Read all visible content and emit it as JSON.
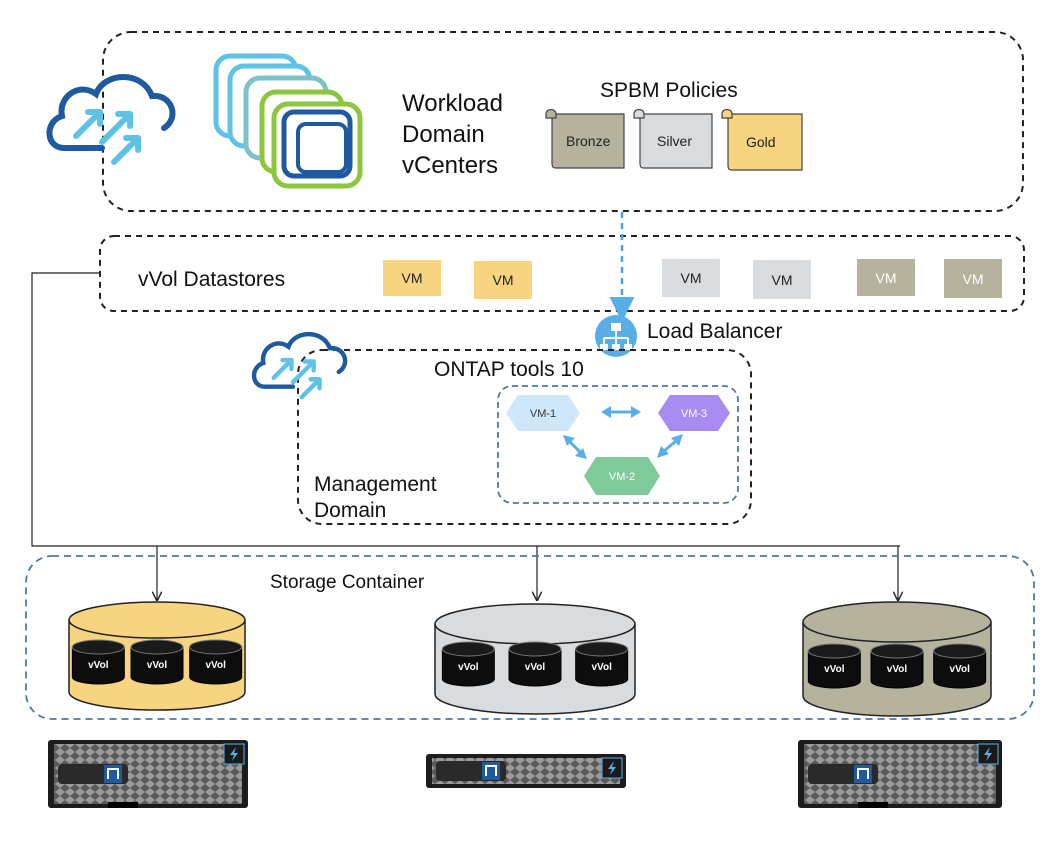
{
  "workload": {
    "title_lines": [
      "Workload",
      "Domain",
      "vCenters"
    ]
  },
  "spbm": {
    "title": "SPBM Policies",
    "policies": [
      {
        "label": "Bronze",
        "color": "#b5b39e"
      },
      {
        "label": "Silver",
        "color": "#d9dcdf"
      },
      {
        "label": "Gold",
        "color": "#f7d480"
      }
    ]
  },
  "datastores": {
    "label": "vVol Datastores",
    "vms": [
      {
        "label": "VM",
        "color": "#f7d480"
      },
      {
        "label": "VM",
        "color": "#f7d480"
      },
      {
        "label": "VM",
        "color": "#d9dcdf"
      },
      {
        "label": "VM",
        "color": "#d9dcdf"
      },
      {
        "label": "VM",
        "color": "#b5b39e"
      },
      {
        "label": "VM",
        "color": "#b5b39e"
      }
    ]
  },
  "load_balancer": {
    "label": "Load Balancer"
  },
  "management": {
    "tools_title": "ONTAP tools 10",
    "domain_lines": [
      "Management",
      "Domain"
    ],
    "nodes": [
      {
        "label": "VM-1",
        "color": "#cfe7fb",
        "text_color": "#333333"
      },
      {
        "label": "VM-2",
        "color": "#7fc99a",
        "text_color": "#ffffff"
      },
      {
        "label": "VM-3",
        "color": "#a78bf0",
        "text_color": "#ffffff"
      }
    ]
  },
  "storage": {
    "label": "Storage Container",
    "pools": [
      {
        "color": "#f7d480",
        "vols": [
          "vVol",
          "vVol",
          "vVol"
        ]
      },
      {
        "color": "#d9dcdf",
        "vols": [
          "vVol",
          "vVol",
          "vVol"
        ]
      },
      {
        "color": "#b5b39e",
        "vols": [
          "vVol",
          "vVol",
          "vVol"
        ]
      }
    ]
  },
  "colors": {
    "accent_blue": "#4ba3de",
    "cloud_dark": "#1f5aa0",
    "cloud_light": "#5ec2e6",
    "dash_dark": "#222222",
    "dash_blue": "#4a7aa8"
  }
}
